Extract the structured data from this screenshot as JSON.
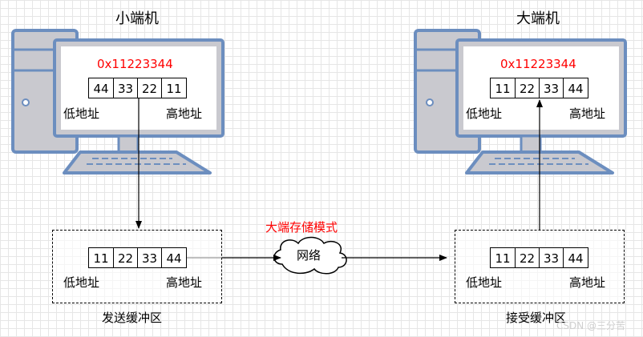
{
  "left_pc": {
    "title": "小端机",
    "value": "0x11223344",
    "bytes": [
      "44",
      "33",
      "22",
      "11"
    ],
    "low_label": "低地址",
    "high_label": "高地址"
  },
  "right_pc": {
    "title": "大端机",
    "value": "0x11223344",
    "bytes": [
      "11",
      "22",
      "33",
      "44"
    ],
    "low_label": "低地址",
    "high_label": "高地址"
  },
  "send_buffer": {
    "bytes": [
      "11",
      "22",
      "33",
      "44"
    ],
    "low_label": "低地址",
    "high_label": "高地址",
    "caption": "发送缓冲区"
  },
  "recv_buffer": {
    "bytes": [
      "11",
      "22",
      "33",
      "44"
    ],
    "low_label": "低地址",
    "high_label": "高地址",
    "caption": "接受缓冲区"
  },
  "network": {
    "label": "网络",
    "mode_label": "大端存储模式"
  },
  "watermark": "CSDN @三分苦",
  "colors": {
    "monitor_fill": "#c9c9cf",
    "monitor_stroke": "#6c8ebf",
    "highlight": "#ff0000"
  }
}
